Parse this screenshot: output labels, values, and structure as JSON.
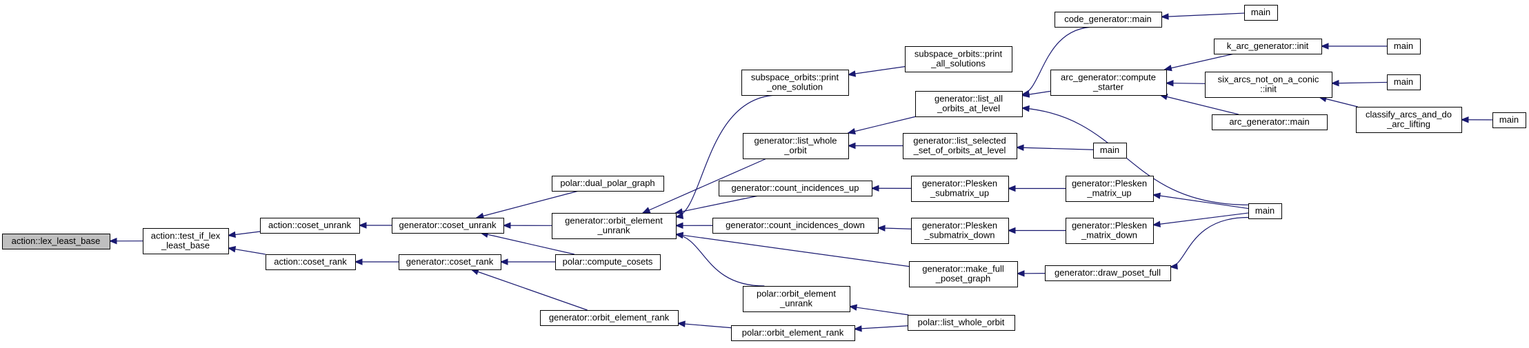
{
  "colors": {
    "edge": "#191970",
    "root_fill": "#bfbfbf",
    "node_fill": "#ffffff",
    "border": "#000000"
  },
  "nodes": [
    {
      "id": "n0",
      "lines": [
        "action::lex_least_base"
      ],
      "root": true
    },
    {
      "id": "n1",
      "lines": [
        "action::test_if_lex",
        "_least_base"
      ]
    },
    {
      "id": "n2",
      "lines": [
        "action::coset_unrank"
      ]
    },
    {
      "id": "n3",
      "lines": [
        "action::coset_rank"
      ]
    },
    {
      "id": "n4",
      "lines": [
        "generator::coset_unrank"
      ]
    },
    {
      "id": "n5",
      "lines": [
        "generator::coset_rank"
      ]
    },
    {
      "id": "n6",
      "lines": [
        "polar::dual_polar_graph"
      ]
    },
    {
      "id": "n7",
      "lines": [
        "generator::orbit_element",
        "_unrank"
      ]
    },
    {
      "id": "n8",
      "lines": [
        "polar::compute_cosets"
      ]
    },
    {
      "id": "n9",
      "lines": [
        "generator::orbit_element_rank"
      ]
    },
    {
      "id": "n10",
      "lines": [
        "subspace_orbits::print",
        "_one_solution"
      ]
    },
    {
      "id": "n11",
      "lines": [
        "subspace_orbits::print",
        "_all_solutions"
      ]
    },
    {
      "id": "n12",
      "lines": [
        "generator::list_whole",
        "_orbit"
      ]
    },
    {
      "id": "n13",
      "lines": [
        "generator::count_incidences_up"
      ]
    },
    {
      "id": "n14",
      "lines": [
        "generator::count_incidences_down"
      ]
    },
    {
      "id": "n15",
      "lines": [
        "generator::make_full",
        "_poset_graph"
      ]
    },
    {
      "id": "n16",
      "lines": [
        "polar::orbit_element",
        "_unrank"
      ]
    },
    {
      "id": "n17",
      "lines": [
        "polar::orbit_element_rank"
      ]
    },
    {
      "id": "n18",
      "lines": [
        "polar::list_whole_orbit"
      ]
    },
    {
      "id": "n19",
      "lines": [
        "generator::list_all",
        "_orbits_at_level"
      ]
    },
    {
      "id": "n20",
      "lines": [
        "generator::list_selected",
        "_set_of_orbits_at_level"
      ]
    },
    {
      "id": "n21",
      "lines": [
        "generator::Plesken",
        "_submatrix_up"
      ]
    },
    {
      "id": "n22",
      "lines": [
        "generator::Plesken",
        "_submatrix_down"
      ]
    },
    {
      "id": "n23",
      "lines": [
        "generator::draw_poset_full"
      ]
    },
    {
      "id": "n24",
      "lines": [
        "code_generator::main"
      ]
    },
    {
      "id": "n25",
      "lines": [
        "arc_generator::compute",
        "_starter"
      ]
    },
    {
      "id": "n26",
      "lines": [
        "main"
      ]
    },
    {
      "id": "n27",
      "lines": [
        "generator::Plesken",
        "_matrix_up"
      ]
    },
    {
      "id": "n28",
      "lines": [
        "generator::Plesken",
        "_matrix_down"
      ]
    },
    {
      "id": "n29",
      "lines": [
        "main"
      ]
    },
    {
      "id": "n30",
      "lines": [
        "main"
      ]
    },
    {
      "id": "n31",
      "lines": [
        "k_arc_generator::init"
      ]
    },
    {
      "id": "n32",
      "lines": [
        "six_arcs_not_on_a_conic",
        "::init"
      ]
    },
    {
      "id": "n33",
      "lines": [
        "arc_generator::main"
      ]
    },
    {
      "id": "n34",
      "lines": [
        "main"
      ]
    },
    {
      "id": "n35",
      "lines": [
        "main"
      ]
    },
    {
      "id": "n36",
      "lines": [
        "classify_arcs_and_do",
        "_arc_lifting"
      ]
    },
    {
      "id": "n37",
      "lines": [
        "main"
      ]
    }
  ],
  "edges": [
    [
      "n0",
      "n1"
    ],
    [
      "n1",
      "n2"
    ],
    [
      "n1",
      "n3"
    ],
    [
      "n2",
      "n4"
    ],
    [
      "n3",
      "n5"
    ],
    [
      "n4",
      "n6"
    ],
    [
      "n4",
      "n7"
    ],
    [
      "n4",
      "n8"
    ],
    [
      "n5",
      "n8"
    ],
    [
      "n5",
      "n9"
    ],
    [
      "n7",
      "n10"
    ],
    [
      "n7",
      "n12"
    ],
    [
      "n7",
      "n13"
    ],
    [
      "n7",
      "n14"
    ],
    [
      "n7",
      "n15"
    ],
    [
      "n7",
      "n16"
    ],
    [
      "n9",
      "n17"
    ],
    [
      "n10",
      "n11"
    ],
    [
      "n12",
      "n19"
    ],
    [
      "n12",
      "n20"
    ],
    [
      "n13",
      "n21"
    ],
    [
      "n14",
      "n22"
    ],
    [
      "n15",
      "n23"
    ],
    [
      "n16",
      "n18"
    ],
    [
      "n17",
      "n18"
    ],
    [
      "n19",
      "n24"
    ],
    [
      "n19",
      "n25"
    ],
    [
      "n19",
      "n26"
    ],
    [
      "n20",
      "n29"
    ],
    [
      "n21",
      "n27"
    ],
    [
      "n22",
      "n28"
    ],
    [
      "n23",
      "n26"
    ],
    [
      "n27",
      "n26"
    ],
    [
      "n28",
      "n26"
    ],
    [
      "n24",
      "n30"
    ],
    [
      "n25",
      "n31"
    ],
    [
      "n25",
      "n32"
    ],
    [
      "n25",
      "n33"
    ],
    [
      "n31",
      "n34"
    ],
    [
      "n32",
      "n35"
    ],
    [
      "n32",
      "n36"
    ],
    [
      "n36",
      "n37"
    ]
  ]
}
